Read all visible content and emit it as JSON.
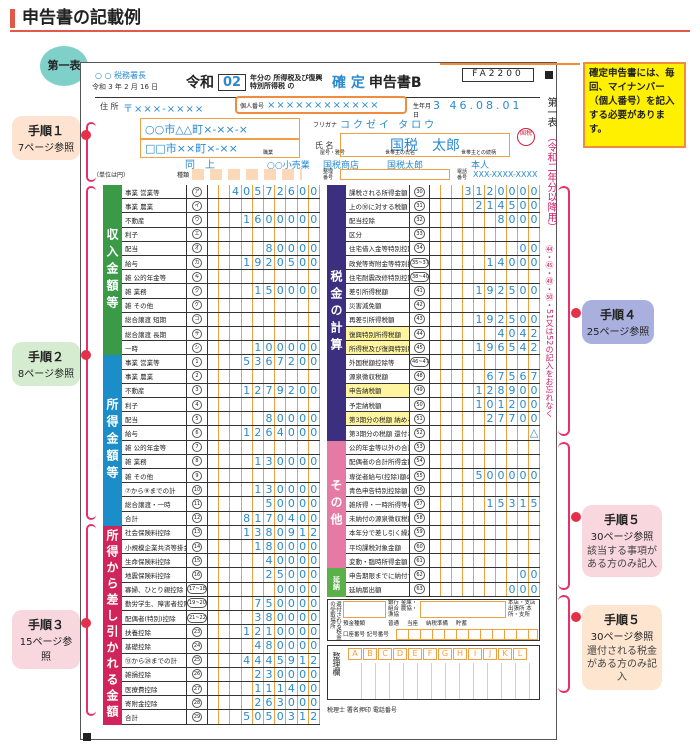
{
  "page_title": "申告書の記載例",
  "sheet_badge": "第一表",
  "note": "確定申告書には、毎回、マイナンバー（個人番号）を記入する必要があります。",
  "callouts": [
    {
      "step": "手順１",
      "ref": "7ページ参照"
    },
    {
      "step": "手順２",
      "ref": "8ページ参照"
    },
    {
      "step": "手順３",
      "ref": "15ページ参照"
    },
    {
      "step": "手順４",
      "ref": "25ページ参照"
    },
    {
      "step": "手順５",
      "ref": "30ページ参照",
      "desc": "該当する事項がある方のみ記入"
    },
    {
      "step": "手順５",
      "ref": "30ページ参照",
      "desc": "還付される税金がある方のみ記入"
    }
  ],
  "header": {
    "tax_office": "○ ○ 税務署長",
    "date": "令和 3 年 2 月 16 日",
    "title_prefix": "令和",
    "year": "02",
    "title_mid": "年分の 所得税及び復興特別所得税 の",
    "kakutei": "確 定",
    "title_suffix": "申告書B",
    "form_code": "FA2200",
    "side_label": "第一表",
    "side_sub": "（令和二年分以降用）",
    "address_label": "住 所",
    "postal": "〒×××-××××",
    "mynumber_label": "個人番号",
    "mynumber": "××××××××××××",
    "birth_label": "生年月日",
    "birth": "3 46.08.01",
    "address1": "○○市△△町×-××-×",
    "address2": "□□市××町×-××",
    "furigana_label": "フリガナ",
    "furigana": "コクゼイ タロウ",
    "name_label": "氏 名",
    "name": "国税　太郎",
    "seal": "国税",
    "jan1_address": "同　上",
    "occupation_label": "職業",
    "occupation": "○○小売業",
    "shop_label": "屋号・雅号",
    "shop": "国税商店",
    "householder_label": "世帯主の氏名",
    "householder": "国税太郎",
    "relation_label": "世帯主との続柄",
    "relation": "本人",
    "unit": "（単位は円）",
    "type_label": "種類",
    "seiri_label": "整理番号",
    "phone_label": "電話番号",
    "phone": "XXX-XXXX-XXXX"
  },
  "sections_left": [
    {
      "label": "収入金額等",
      "color": "#3a9a47",
      "rows": [
        {
          "label": "事業 営業等",
          "no": "ア",
          "value": "40572600"
        },
        {
          "label": "事業 農業",
          "no": "イ",
          "value": ""
        },
        {
          "label": "不動産",
          "no": "ウ",
          "value": "1600000"
        },
        {
          "label": "利子",
          "no": "エ",
          "value": ""
        },
        {
          "label": "配当",
          "no": "オ",
          "value": "80000"
        },
        {
          "label": "給与",
          "no": "カ",
          "value": "1920500"
        },
        {
          "label": "雑 公的年金等",
          "no": "キ",
          "value": ""
        },
        {
          "label": "雑 業務",
          "no": "ク",
          "value": "150000"
        },
        {
          "label": "雑 その他",
          "no": "ケ",
          "value": ""
        },
        {
          "label": "総合譲渡 短期",
          "no": "コ",
          "value": ""
        },
        {
          "label": "総合譲渡 長期",
          "no": "サ",
          "value": ""
        },
        {
          "label": "一時",
          "no": "シ",
          "value": "100000"
        }
      ]
    },
    {
      "label": "所得金額等",
      "color": "#1b8dc9",
      "rows": [
        {
          "label": "事業 営業等",
          "no": "1",
          "value": "5367200"
        },
        {
          "label": "事業 農業",
          "no": "2",
          "value": ""
        },
        {
          "label": "不動産",
          "no": "3",
          "value": "1279200"
        },
        {
          "label": "利子",
          "no": "4",
          "value": ""
        },
        {
          "label": "配当",
          "no": "5",
          "value": "80000"
        },
        {
          "label": "給与",
          "no": "6",
          "value": "1264000"
        },
        {
          "label": "雑 公的年金等",
          "no": "7",
          "value": ""
        },
        {
          "label": "雑 業務",
          "no": "8",
          "value": "130000"
        },
        {
          "label": "雑 その他",
          "no": "9",
          "value": ""
        },
        {
          "label": "⑦から⑨までの計",
          "no": "10",
          "value": "130000"
        },
        {
          "label": "総合譲渡・一時",
          "no": "11",
          "value": "50000"
        },
        {
          "label": "合計",
          "no": "12",
          "value": "8170400"
        }
      ]
    },
    {
      "label": "所得から差し引かれる金額",
      "color": "#d0245a",
      "rows": [
        {
          "label": "社会保険料控除",
          "no": "13",
          "value": "1380912"
        },
        {
          "label": "小規模企業共済等掛金控除",
          "no": "14",
          "value": "180000"
        },
        {
          "label": "生命保険料控除",
          "no": "15",
          "value": "40000"
        },
        {
          "label": "地震保険料控除",
          "no": "16",
          "value": "25000"
        },
        {
          "label": "寡婦、ひとり親控除",
          "no": "17~18",
          "value": "0000"
        },
        {
          "label": "勤労学生、障害者控除",
          "no": "19~20",
          "value": "750000"
        },
        {
          "label": "配偶者(特別)控除",
          "no": "21~22",
          "value": "380000"
        },
        {
          "label": "扶養控除",
          "no": "23",
          "value": "1210000"
        },
        {
          "label": "基礎控除",
          "no": "24",
          "value": "480000"
        },
        {
          "label": "⑬から㉔までの計",
          "no": "25",
          "value": "4445912"
        },
        {
          "label": "雑損控除",
          "no": "26",
          "value": "230000"
        },
        {
          "label": "医療費控除",
          "no": "27",
          "value": "111400"
        },
        {
          "label": "寄附金控除",
          "no": "28",
          "value": "263000"
        },
        {
          "label": "合計",
          "no": "29",
          "value": "5050312"
        }
      ]
    }
  ],
  "sections_right": [
    {
      "label": "税金の計算",
      "color": "#3d2f7f",
      "rows": [
        {
          "label": "課税される所得金額",
          "no": "30",
          "value": "3120000"
        },
        {
          "label": "上の㉚に対する税額",
          "no": "31",
          "value": "214500"
        },
        {
          "label": "配当控除",
          "no": "32",
          "value": "8000"
        },
        {
          "label": "区分",
          "no": "33",
          "value": ""
        },
        {
          "label": "住宅借入金等特別控除",
          "no": "34",
          "value": "00"
        },
        {
          "label": "政党等寄附金等特別控除",
          "no": "35~37",
          "value": "14000"
        },
        {
          "label": "住宅耐震改修特別控除等",
          "no": "38~40",
          "value": ""
        },
        {
          "label": "差引所得税額",
          "no": "41",
          "value": "192500"
        },
        {
          "label": "災害減免額",
          "no": "42",
          "value": ""
        },
        {
          "label": "再差引所得税額",
          "no": "43",
          "value": "192500"
        },
        {
          "label": "復興特別所得税額",
          "no": "44",
          "value": "4042"
        },
        {
          "label": "所得税及び復興特別所得税の額",
          "no": "45",
          "value": "196542"
        },
        {
          "label": "外国税額控除等",
          "no": "46~47",
          "value": ""
        },
        {
          "label": "源泉徴収税額",
          "no": "48",
          "value": "67567"
        },
        {
          "label": "申告納税額",
          "no": "49",
          "value": "128900"
        },
        {
          "label": "予定納税額",
          "no": "50",
          "value": "101200"
        },
        {
          "label": "第3期分の税額 納める税金",
          "no": "51",
          "value": "27700"
        },
        {
          "label": "第3期分の税額 還付される税金",
          "no": "52",
          "value": "△"
        }
      ]
    },
    {
      "label": "その他",
      "color": "#e57ba5",
      "rows": [
        {
          "label": "公的年金等以外の合計所得金額",
          "no": "53",
          "value": ""
        },
        {
          "label": "配偶者の合計所得金額",
          "no": "54",
          "value": ""
        },
        {
          "label": "専従者給与(控除)額の合計額",
          "no": "55",
          "value": "500000"
        },
        {
          "label": "青色申告特別控除額",
          "no": "56",
          "value": ""
        },
        {
          "label": "雑所得・一時所得等の源泉徴収税額の合計額",
          "no": "57",
          "value": "15315"
        },
        {
          "label": "未納付の源泉徴収税額",
          "no": "58",
          "value": ""
        },
        {
          "label": "本年分で差し引く繰越損失額",
          "no": "59",
          "value": ""
        },
        {
          "label": "平均課税対象金額",
          "no": "60",
          "value": ""
        },
        {
          "label": "変動・臨時所得金額",
          "no": "61",
          "value": ""
        }
      ]
    },
    {
      "label": "延納",
      "color": "#5bb04a",
      "rows": [
        {
          "label": "申告期限までに納付する金額",
          "no": "62",
          "value": "00"
        },
        {
          "label": "延納届出額",
          "no": "63",
          "value": "000"
        }
      ]
    }
  ],
  "refund": {
    "label": "還付される税金の受取場所",
    "bank": "銀行 金庫・組合 農協・漁協",
    "branch": "本店・支店 出張所 本所・支所",
    "kind_label": "預金種類",
    "kinds": [
      "普通",
      "当座",
      "納税準備",
      "貯蓄"
    ],
    "account_label": "口座番号 記号番号"
  },
  "seiri": {
    "label": "整理欄",
    "codes": [
      "A",
      "B",
      "C",
      "D",
      "E",
      "F",
      "G",
      "H",
      "I",
      "J",
      "K",
      "L"
    ]
  },
  "accountant": "税理士 署名押印 電話番号",
  "side_note": "㊹・㊺・㊾・㊿・51又は52の記入をお忘れなく"
}
